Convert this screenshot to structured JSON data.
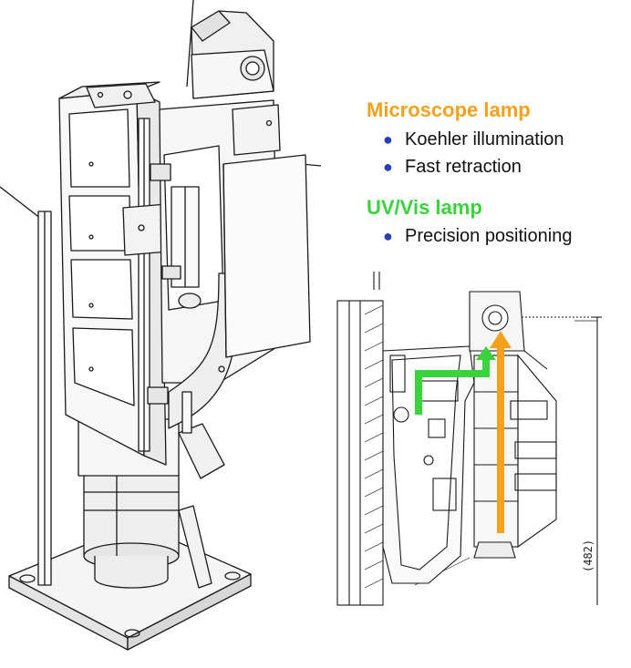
{
  "legend": {
    "microscope": {
      "title": "Microscope lamp",
      "color": "#f4a21d",
      "items": [
        "Koehler illumination",
        "Fast retraction"
      ]
    },
    "uvvis": {
      "title": "UV/Vis lamp",
      "color": "#39d33b",
      "items": [
        "Precision positioning"
      ]
    },
    "bullet_color": "#2a3fb0"
  },
  "dimension_label": "(482)"
}
